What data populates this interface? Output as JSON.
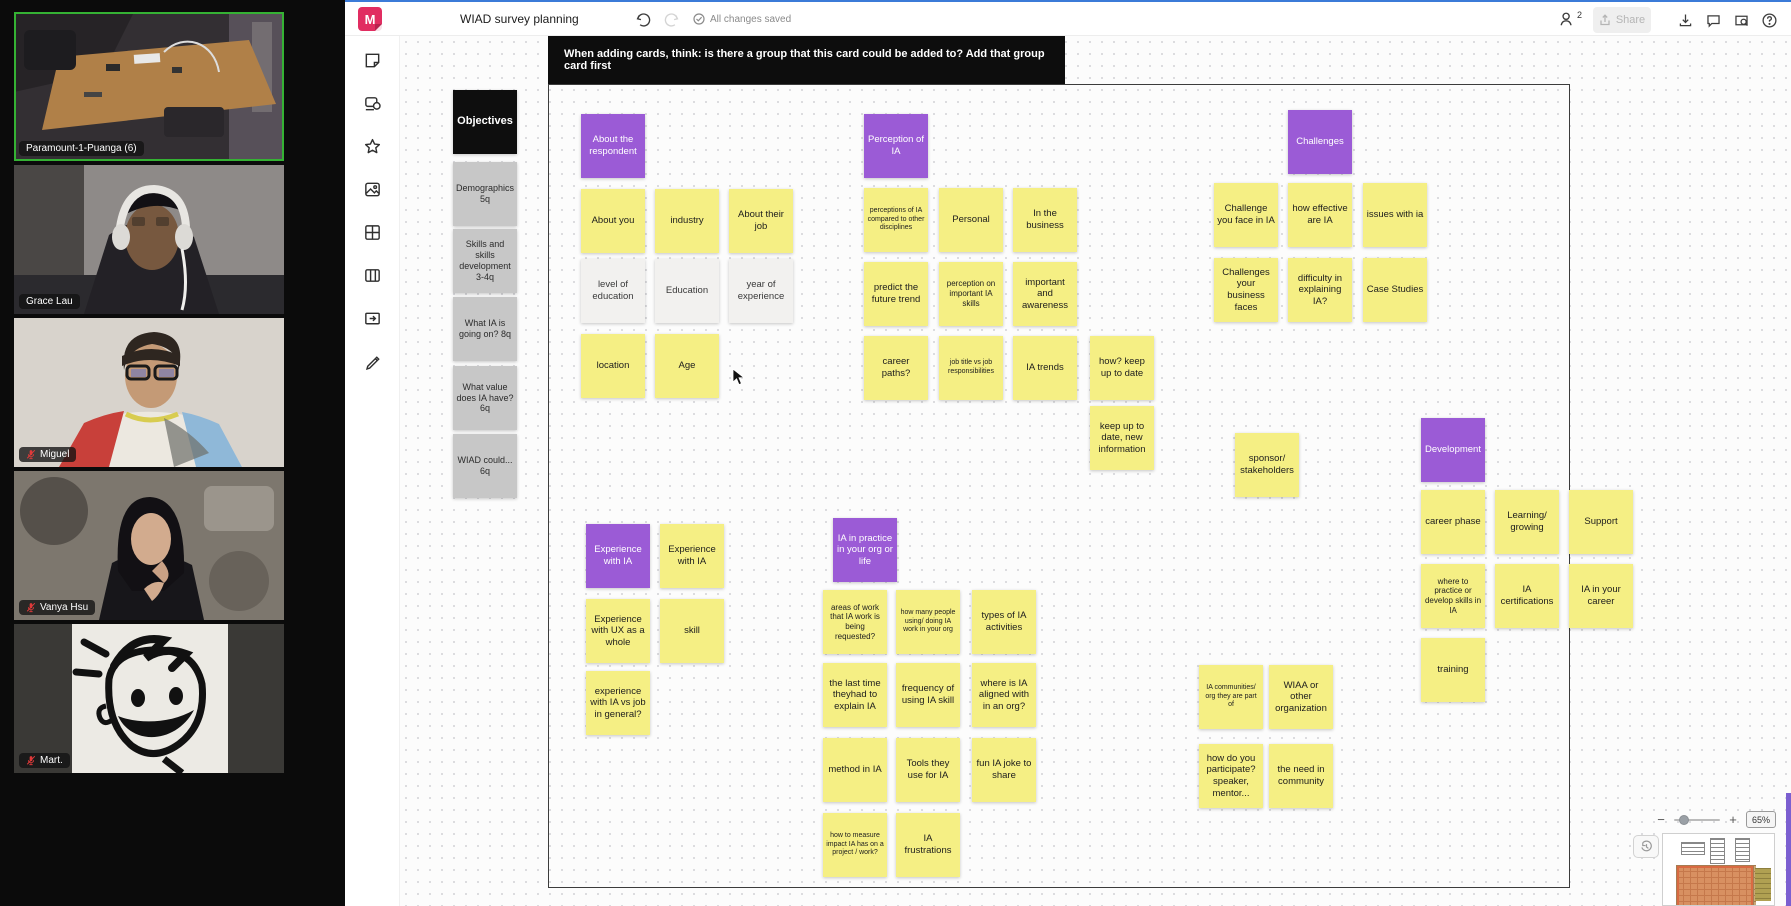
{
  "call": {
    "participants": [
      {
        "name": "Paramount-1-Puanga (6)",
        "muted": false,
        "active_speaker": true
      },
      {
        "name": "Grace Lau",
        "muted": false,
        "active_speaker": false
      },
      {
        "name": "Miguel",
        "muted": true,
        "active_speaker": false
      },
      {
        "name": "Vanya Hsu",
        "muted": true,
        "active_speaker": false
      },
      {
        "name": "Mart.",
        "muted": true,
        "active_speaker": false
      }
    ]
  },
  "topbar": {
    "logo_letter": "M",
    "board_title": "WIAD survey planning",
    "save_status": "All changes saved",
    "collaborators_count": "2",
    "share_label": "Share"
  },
  "banner": {
    "text": "When adding cards, think: is there a group that this card could be added to? Add that group card first"
  },
  "board": {
    "objectives": {
      "header": "Objectives",
      "items": [
        "Demographics 5q",
        "Skills and skills development 3-4q",
        "What IA is going on? 8q",
        "What value does IA have? 6q",
        "WIAD could... 6q"
      ]
    },
    "about_respondent": {
      "header": "About the respondent",
      "cards": [
        "About you",
        "industry",
        "About their job",
        "level of education",
        "Education",
        "year of experience",
        "location",
        "Age"
      ]
    },
    "perception": {
      "header": "Perception of IA",
      "cards": [
        "perceptions of IA compared to other disciplines",
        "Personal",
        "In the business",
        "predict the future trend",
        "perception on important IA skills",
        "important and awareness",
        "career paths?",
        "job title vs job responsibilities",
        "IA trends",
        "how? keep up to date",
        "keep up to date, new information",
        "sponsor/ stakeholders"
      ]
    },
    "challenges": {
      "header": "Challenges",
      "cards": [
        "Challenge you face in IA",
        "how effective are IA",
        "issues with ia",
        "Challenges your business faces",
        "difficulty in explaining IA?",
        "Case Studies"
      ]
    },
    "development": {
      "header": "Development",
      "cards": [
        "career phase",
        "Learning/ growing",
        "Support",
        "where to practice or develop skills in IA",
        "IA certifications",
        "IA in your career",
        "training"
      ]
    },
    "experience": {
      "header": "Experience with IA",
      "cards": [
        "Experience with IA",
        "Experience with UX as a whole",
        "skill",
        "experience with IA vs job in general?"
      ]
    },
    "practice": {
      "header": "IA in practice in your org or life",
      "cards": [
        "areas of work that IA work is being requested?",
        "how many people using/ doing IA work in your org",
        "types of IA activities",
        "the last time theyhad to explain IA",
        "frequency of using IA skill",
        "where is IA aligned with in an org?",
        "method in IA",
        "Tools they use for IA",
        "fun IA joke to share",
        "how to measure impact IA has on a project / work?",
        "IA frustrations"
      ]
    },
    "community": {
      "cards": [
        "IA communities/ org they are part of",
        "WIAA or other organization",
        "how do you participate? speaker, mentor...",
        "the need in community"
      ]
    }
  },
  "zoom_controls": {
    "minus": "−",
    "plus": "+",
    "zoom_level": "65%"
  },
  "colors": {
    "purple_note": "#9b5bd6",
    "yellow_note": "#f5ef84",
    "gray_note": "#c7c7c7",
    "white_note": "#f2f1ef",
    "black_note": "#0e0e0e",
    "active_speaker_border": "#35b234",
    "logo_pink": "#e12d61",
    "muted_red": "#e03a3a"
  }
}
